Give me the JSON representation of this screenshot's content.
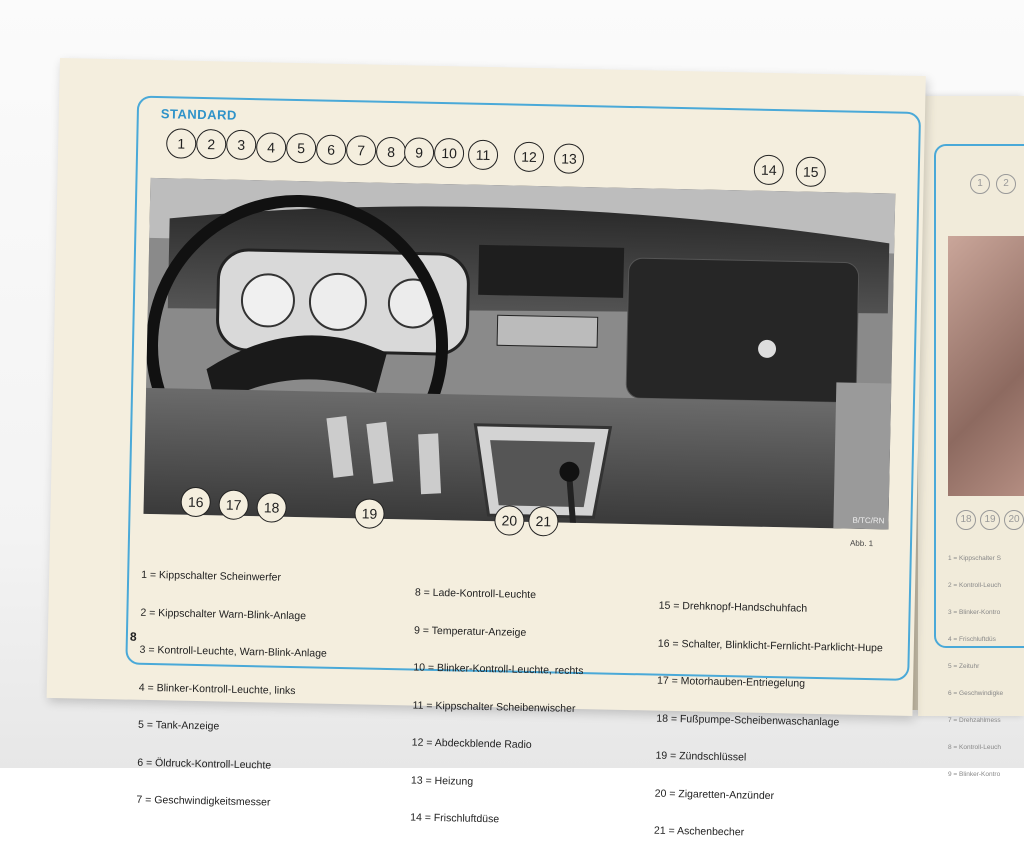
{
  "section_title": "STANDARD",
  "page_number": "8",
  "figure_label": "Abb. 1",
  "photo_code": "B/TC/RN",
  "callouts": [
    "1",
    "2",
    "3",
    "4",
    "5",
    "6",
    "7",
    "8",
    "9",
    "10",
    "11",
    "12",
    "13",
    "14",
    "15",
    "16",
    "17",
    "18",
    "19",
    "20",
    "21"
  ],
  "legend": {
    "col1": [
      "1 = Kippschalter Scheinwerfer",
      "2 = Kippschalter Warn-Blink-Anlage",
      "3 = Kontroll-Leuchte, Warn-Blink-Anlage",
      "4 = Blinker-Kontroll-Leuchte, links",
      "5 = Tank-Anzeige",
      "6 = Öldruck-Kontroll-Leuchte",
      "7 = Geschwindigkeitsmesser"
    ],
    "col2": [
      "8 = Lade-Kontroll-Leuchte",
      "9 = Temperatur-Anzeige",
      "10 = Blinker-Kontroll-Leuchte, rechts",
      "11 = Kippschalter Scheibenwischer",
      "12 = Abdeckblende Radio",
      "13 = Heizung",
      "14 = Frischluftdüse"
    ],
    "col3": [
      "15 = Drehknopf-Handschuhfach",
      "16 = Schalter, Blinklicht-Fernlicht-Parklicht-Hupe",
      "17 = Motorhauben-Entriegelung",
      "18 = Fußpumpe-Scheibenwaschanlage",
      "19 = Zündschlüssel",
      "20 = Zigaretten-Anzünder",
      "21 = Aschenbecher"
    ]
  },
  "right_page": {
    "callouts_top": [
      "1",
      "2"
    ],
    "callouts_bottom": [
      "18",
      "19",
      "20"
    ],
    "legend_fragments": [
      "1 = Kippschalter S",
      "2 = Kontroll-Leuch",
      "3 = Blinker-Kontro",
      "4 = Frischluftdüs",
      "5 = Zeituhr",
      "6 = Geschwindigke",
      "7 = Drehzahlmess",
      "8 = Kontroll-Leuch",
      "9 = Blinker-Kontro"
    ]
  }
}
